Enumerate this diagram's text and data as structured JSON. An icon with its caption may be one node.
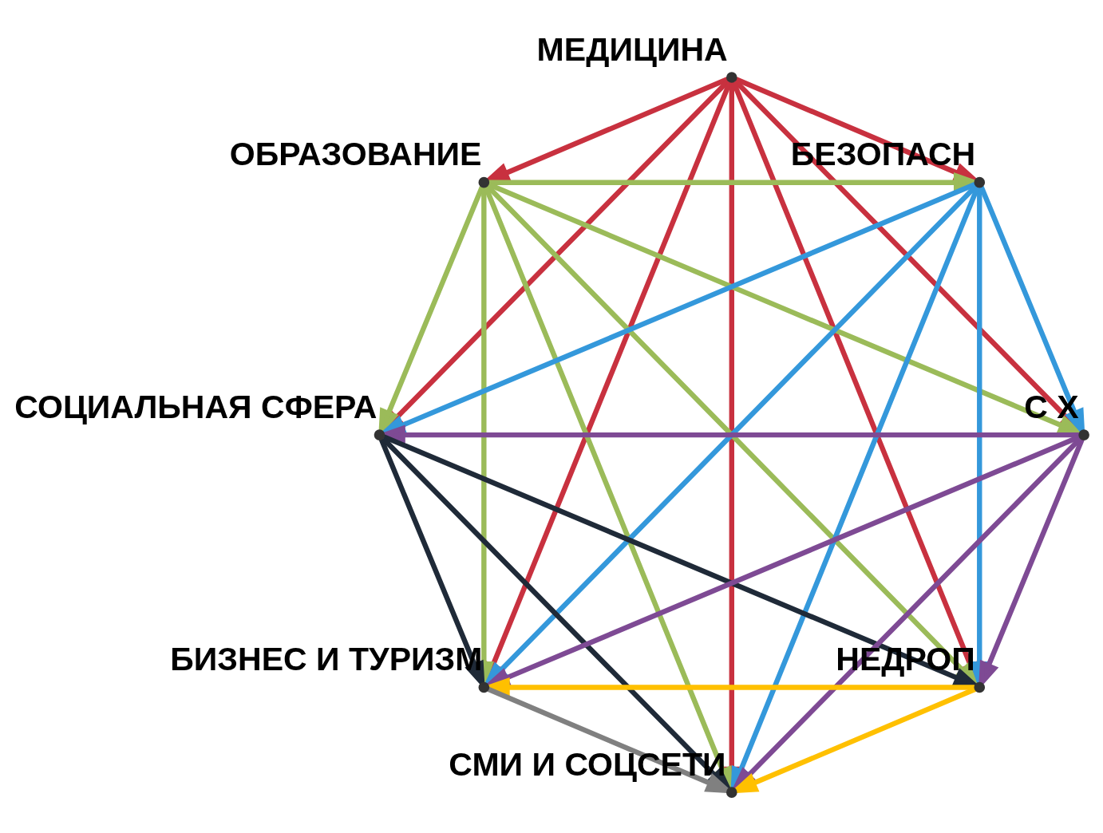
{
  "diagram": {
    "nodes": [
      {
        "text": [
          "МЕДИЦИНА"
        ]
      },
      {
        "text": [
          "ОБРАЗОВАНИЕ"
        ]
      },
      {
        "text": [
          "БЕЗОПАСН"
        ]
      },
      {
        "text": [
          "СОЦИАЛЬНАЯ СФЕРА"
        ]
      },
      {
        "text": [
          "С Х"
        ]
      },
      {
        "text": [
          "БИЗНЕС И ТУРИЗМ"
        ]
      },
      {
        "text": [
          "НЕДРОП"
        ]
      },
      {
        "text": [
          "СМИ И СОЦСЕТИ"
        ]
      }
    ],
    "edges": [
      {
        "from": 0,
        "to": 1,
        "arrow": "to"
      },
      {
        "from": 0,
        "to": 2,
        "arrow": "to"
      },
      {
        "from": 0,
        "to": 3,
        "arrow": "to"
      },
      {
        "from": 0,
        "to": 4,
        "arrow": "to"
      },
      {
        "from": 0,
        "to": 5,
        "arrow": "to"
      },
      {
        "from": 0,
        "to": 6,
        "arrow": "to"
      },
      {
        "from": 0,
        "to": 7,
        "arrow": "to"
      },
      {
        "from": 1,
        "to": 2,
        "arrow": "to",
        "color": "#9bbb59"
      },
      {
        "from": 1,
        "to": 3,
        "arrow": "to",
        "color": "#9bbb59"
      },
      {
        "from": 1,
        "to": 4,
        "arrow": "to",
        "color": "#9bbb59"
      },
      {
        "from": 1,
        "to": 5,
        "arrow": "to",
        "color": "#9bbb59"
      },
      {
        "from": 1,
        "to": 6,
        "arrow": "to",
        "color": "#9bbb59"
      },
      {
        "from": 1,
        "to": 7,
        "arrow": "to",
        "color": "#9bbb59"
      },
      {
        "from": 2,
        "to": 3,
        "arrow": "to",
        "color": "#3498db"
      },
      {
        "from": 2,
        "to": 4,
        "arrow": "to",
        "color": "#3498db"
      },
      {
        "from": 2,
        "to": 5,
        "arrow": "to",
        "color": "#3498db"
      },
      {
        "from": 2,
        "to": 6,
        "arrow": "to",
        "color": "#3498db"
      },
      {
        "from": 2,
        "to": 7,
        "arrow": "to",
        "color": "#3498db"
      },
      {
        "from": 4,
        "to": 3,
        "arrow": "to",
        "color": "#7e4a94"
      },
      {
        "from": 4,
        "to": 5,
        "arrow": "to",
        "color": "#7e4a94"
      },
      {
        "from": 4,
        "to": 6,
        "arrow": "to",
        "color": "#7e4a94"
      },
      {
        "from": 4,
        "to": 7,
        "arrow": "to",
        "color": "#7e4a94"
      },
      {
        "from": 3,
        "to": 5,
        "arrow": "to",
        "color": "#1f2a38"
      },
      {
        "from": 3,
        "to": 6,
        "arrow": "to",
        "color": "#1f2a38"
      },
      {
        "from": 3,
        "to": 7,
        "arrow": "to",
        "color": "#1f2a38"
      },
      {
        "from": 6,
        "to": 5,
        "arrow": "to",
        "color": "#ffc000"
      },
      {
        "from": 6,
        "to": 7,
        "arrow": "to",
        "color": "#ffc000"
      },
      {
        "from": 5,
        "to": 7,
        "arrow": "to",
        "color": "#808080"
      }
    ]
  }
}
